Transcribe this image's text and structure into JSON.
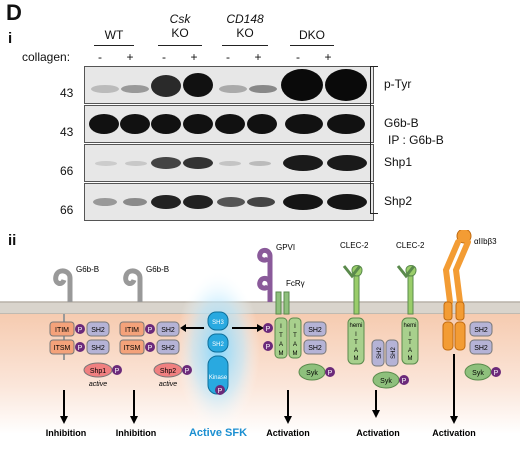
{
  "panel_label": "D",
  "subpanel_i": "i",
  "subpanel_ii": "ii",
  "blot": {
    "groups": [
      {
        "line1": "",
        "line2": "WT"
      },
      {
        "line1": "Csk",
        "line2": "KO"
      },
      {
        "line1": "CD148",
        "line2": "KO"
      },
      {
        "line1": "",
        "line2": "DKO"
      }
    ],
    "treatment_label": "collagen:",
    "lanes": [
      "-",
      "+",
      "-",
      "+",
      "-",
      "+",
      "-",
      "+"
    ],
    "rows": [
      {
        "label": "p-Tyr",
        "mw": "43"
      },
      {
        "label": "G6b-B",
        "mw": "43"
      },
      {
        "label": "Shp1",
        "mw": "66"
      },
      {
        "label": "Shp2",
        "mw": "66"
      }
    ],
    "ip_label": "IP : G6b-B"
  },
  "diagram": {
    "g6bb_1": "G6b-B",
    "g6bb_2": "G6b-B",
    "gpvi": "GPVI",
    "fcr": "FcRγ",
    "clec_1": "CLEC-2",
    "clec_2": "CLEC-2",
    "integrin": "αIIbβ3",
    "itim": "ITIM",
    "itsm": "ITSM",
    "sh2": "SH2",
    "p": "P",
    "shp1": "Shp1",
    "shp2": "Shp2",
    "active": "active",
    "syk": "Syk",
    "hemi": "hemi",
    "itam_letters": [
      "I",
      "T",
      "A",
      "M"
    ],
    "sfk_domains": [
      "SH3",
      "SH2",
      "Kinase"
    ],
    "active_sfk": "Active SFK",
    "outcomes": [
      "Inhibition",
      "Inhibition",
      "Activation",
      "Activation",
      "Activation"
    ]
  }
}
